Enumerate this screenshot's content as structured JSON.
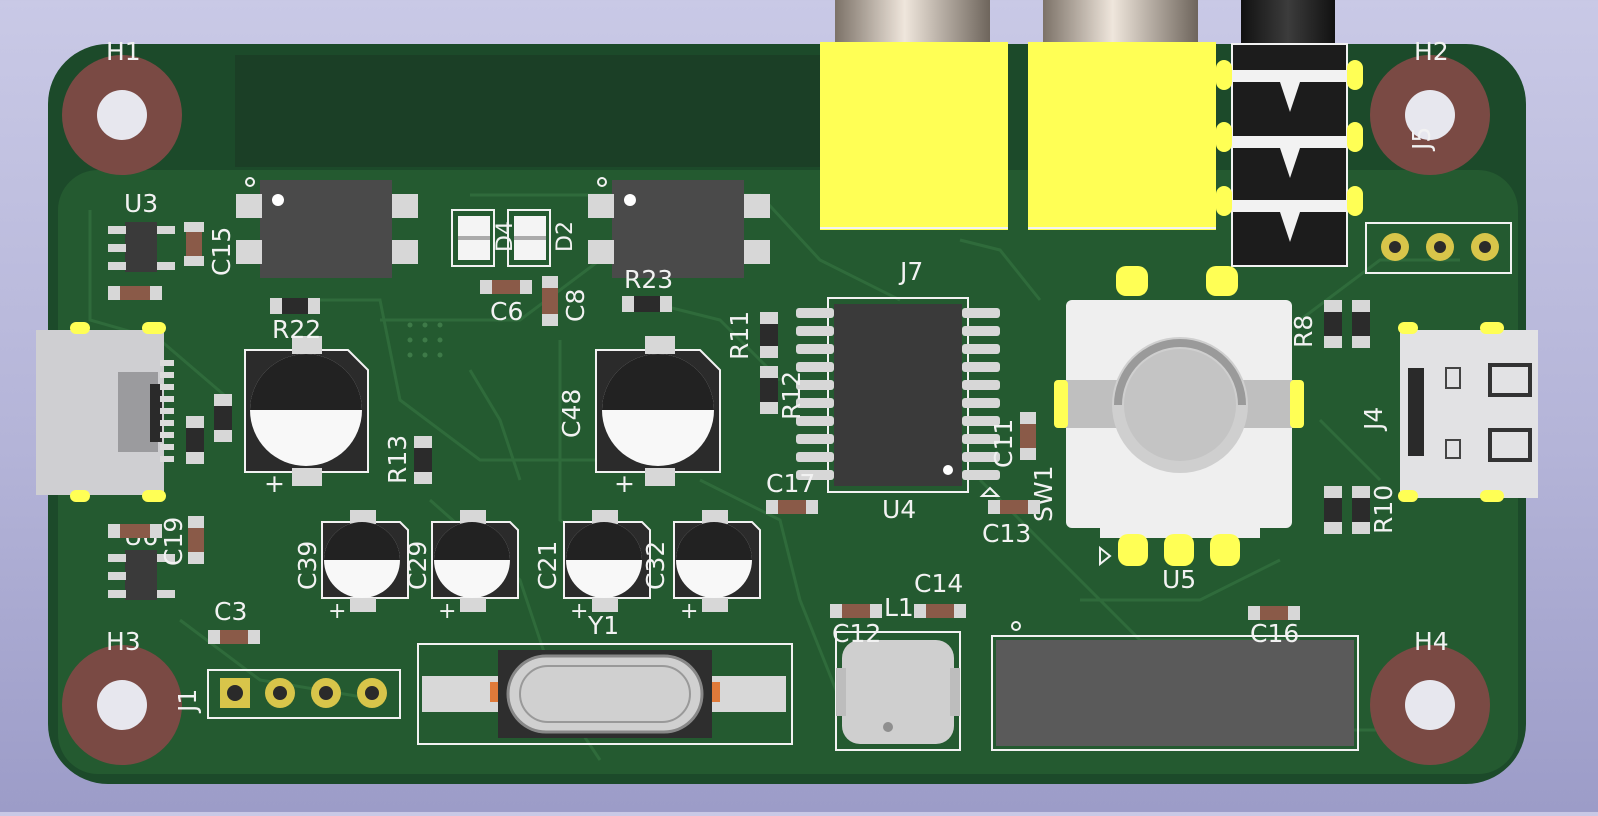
{
  "board": {
    "mounting_holes": [
      "H1",
      "H2",
      "H3",
      "H4"
    ],
    "designators": {
      "U3": "U3",
      "U4": "U4",
      "U5": "U5",
      "U6": "U6",
      "J1": "J1",
      "J4": "J4",
      "J5": "J5",
      "J7": "J7",
      "SW1": "SW1",
      "Y1": "Y1",
      "L1": "L1",
      "D2": "D2",
      "D4": "D4",
      "R8": "R8",
      "R10": "R10",
      "R11": "R11",
      "R12": "R12",
      "R13": "R13",
      "R22": "R22",
      "R23": "R23",
      "C3": "C3",
      "C6": "C6",
      "C8": "C8",
      "C12": "C12",
      "C13": "C13",
      "C14": "C14",
      "C15": "C15",
      "C16": "C16",
      "C17": "C17",
      "C19": "C19",
      "C21": "C21",
      "C29": "C29",
      "C32": "C32",
      "C39": "C39",
      "C48": "C48",
      "C11": "C11"
    },
    "polarity_mark": "+",
    "colors": {
      "solder_mask": "#1f4f2c",
      "copper_fill": "#2a6236",
      "silkscreen": "#f2f2f2",
      "pad": "#d7d7d7",
      "ic_body": "#4a4a4a",
      "jack_yellow": "#ffff55",
      "hole_ring": "#7a4a44"
    },
    "icons": [
      "mounting-hole-icon",
      "usb-c-connector-icon",
      "rca-jack-icon",
      "audio-jack-icon",
      "rotary-encoder-icon",
      "crystal-icon",
      "inductor-icon",
      "electrolytic-capacitor-icon",
      "ic-chip-icon"
    ]
  }
}
